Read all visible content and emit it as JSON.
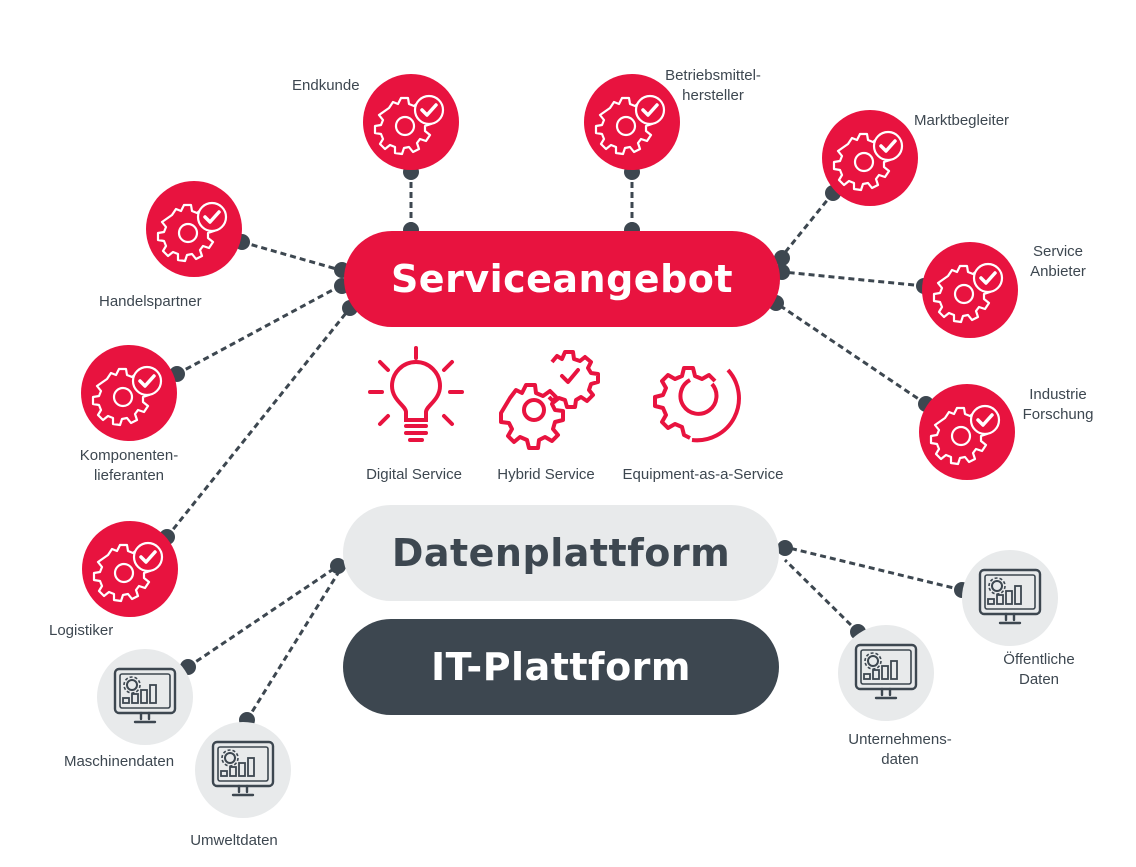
{
  "colors": {
    "accent_red": "#e8133f",
    "dark": "#3d4750",
    "light_gray": "#e8eaeb",
    "white": "#ffffff"
  },
  "platforms": {
    "service": "Serviceangebot",
    "data": "Datenplattform",
    "it": "IT-Plattform"
  },
  "service_types": [
    {
      "label": "Digital Service",
      "icon": "lightbulb-icon"
    },
    {
      "label": "Hybrid Service",
      "icon": "gears-check-icon"
    },
    {
      "label": "Equipment-as-a-Service",
      "icon": "gear-cycle-icon"
    }
  ],
  "partners": [
    {
      "id": "endkunde",
      "lines": [
        "Endkunde"
      ],
      "icon": "gear-check-icon"
    },
    {
      "id": "betriebsmittelhersteller",
      "lines": [
        "Betriebsmittel-",
        "hersteller"
      ],
      "icon": "gear-check-icon"
    },
    {
      "id": "marktbegleiter",
      "lines": [
        "Marktbegleiter"
      ],
      "icon": "gear-check-icon"
    },
    {
      "id": "service-anbieter",
      "lines": [
        "Service",
        "Anbieter"
      ],
      "icon": "gear-check-icon"
    },
    {
      "id": "industrie-forschung",
      "lines": [
        "Industrie",
        "Forschung"
      ],
      "icon": "gear-check-icon"
    },
    {
      "id": "handelspartner",
      "lines": [
        "Handelspartner"
      ],
      "icon": "gear-check-icon"
    },
    {
      "id": "komponentenlieferanten",
      "lines": [
        "Komponenten-",
        "lieferanten"
      ],
      "icon": "gear-check-icon"
    },
    {
      "id": "logistiker",
      "lines": [
        "Logistiker"
      ],
      "icon": "gear-check-icon"
    }
  ],
  "data_sources": [
    {
      "id": "maschinendaten",
      "lines": [
        "Maschinendaten"
      ],
      "icon": "monitor-chart-icon"
    },
    {
      "id": "umweltdaten",
      "lines": [
        "Umweltdaten"
      ],
      "icon": "monitor-chart-icon"
    },
    {
      "id": "unternehmensdaten",
      "lines": [
        "Unternehmens-",
        "daten"
      ],
      "icon": "monitor-chart-icon"
    },
    {
      "id": "oeffentliche-daten",
      "lines": [
        "Öffentliche",
        "Daten"
      ],
      "icon": "monitor-chart-icon"
    }
  ]
}
